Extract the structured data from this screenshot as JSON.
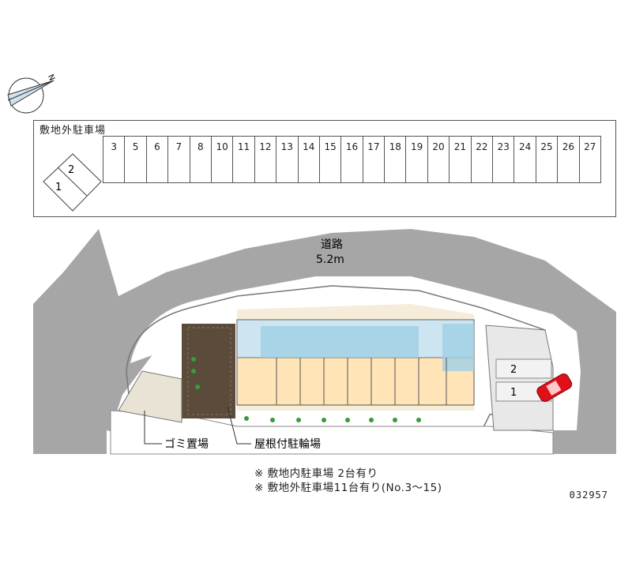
{
  "compass": {
    "north_label": "N"
  },
  "offsite_parking": {
    "title": "敷地外駐車場",
    "diamond_slots": [
      "1",
      "2"
    ],
    "slots": [
      "3",
      "5",
      "6",
      "7",
      "8",
      "10",
      "11",
      "12",
      "13",
      "14",
      "15",
      "16",
      "17",
      "18",
      "19",
      "20",
      "21",
      "22",
      "23",
      "24",
      "25",
      "26",
      "27"
    ]
  },
  "road": {
    "name": "道路",
    "width": "5.2m"
  },
  "site": {
    "onsite_spaces": [
      "2",
      "1"
    ],
    "garbage_label": "ゴミ置場",
    "bicycle_label": "屋根付駐輪場"
  },
  "notes": [
    "※ 敷地内駐車場 2台有り",
    "※ 敷地外駐車場11台有り(No.3〜15)"
  ],
  "code": "032957",
  "colors": {
    "road": "#a6a6a6",
    "building": "#ffe4b8",
    "unit_blue": "#9fd0e6",
    "car": "#e0101a",
    "green": "#3a9b3a"
  }
}
